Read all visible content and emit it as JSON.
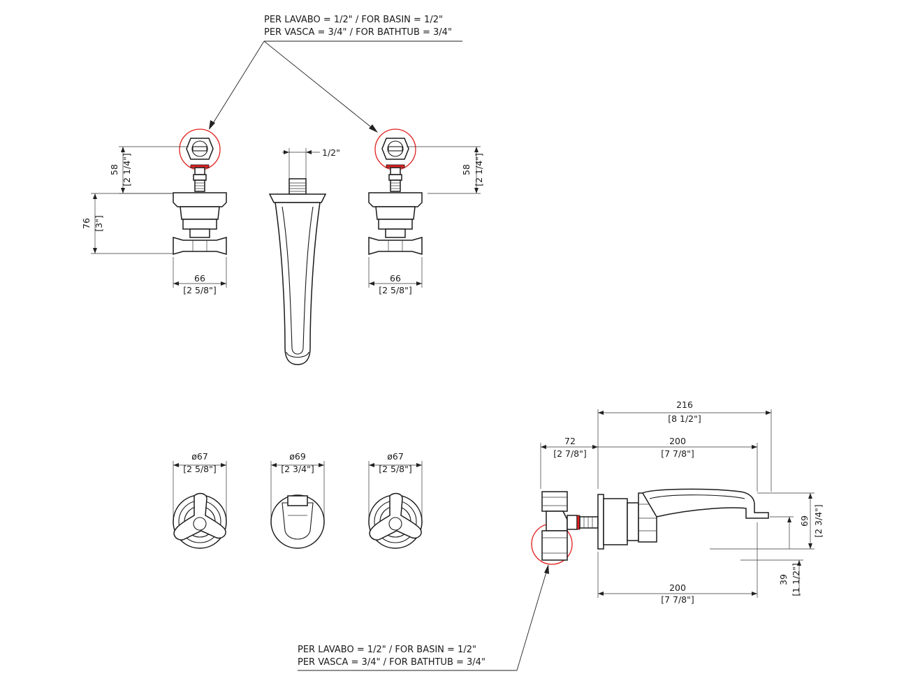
{
  "notes": {
    "top": {
      "line1": "PER LAVABO = 1/2\" / FOR BASIN = 1/2\"",
      "line2": "PER VASCA = 3/4\" / FOR BATHTUB = 3/4\""
    },
    "bottom": {
      "line1": "PER LAVABO = 1/2\" / FOR BASIN = 1/2\"",
      "line2": "PER VASCA = 3/4\" / FOR BATHTUB = 3/4\""
    }
  },
  "dimensions": {
    "left_height": {
      "mm": "58",
      "in": "[2 1/4\"]"
    },
    "left_total": {
      "mm": "76",
      "in": "[3\"]"
    },
    "left_width": {
      "mm": "66",
      "in": "[2 5/8\"]"
    },
    "spout_thread": {
      "label": "1/2\""
    },
    "right_height": {
      "mm": "58",
      "in": "[2 1/4\"]"
    },
    "right_width": {
      "mm": "66",
      "in": "[2 5/8\"]"
    },
    "left_rosette": {
      "mm": "ø67",
      "in": "[2 5/8\"]"
    },
    "spout_rosette": {
      "mm": "ø69",
      "in": "[2 3/4\"]"
    },
    "right_rosette": {
      "mm": "ø67",
      "in": "[2 5/8\"]"
    },
    "side_total": {
      "mm": "216",
      "in": "[8 1/2\"]"
    },
    "side_body": {
      "mm": "72",
      "in": "[2 7/8\"]"
    },
    "side_spout": {
      "mm": "200",
      "in": "[7 7/8\"]"
    },
    "side_height": {
      "mm": "69",
      "in": "[2 3/4\"]"
    },
    "side_drop": {
      "mm": "39",
      "in": "[1 1/2\"]"
    },
    "side_bottom": {
      "mm": "200",
      "in": "[7 7/8\"]"
    }
  },
  "colors": {
    "line": "#1a1a1a",
    "highlight": "#e0211f",
    "background": "#ffffff"
  }
}
